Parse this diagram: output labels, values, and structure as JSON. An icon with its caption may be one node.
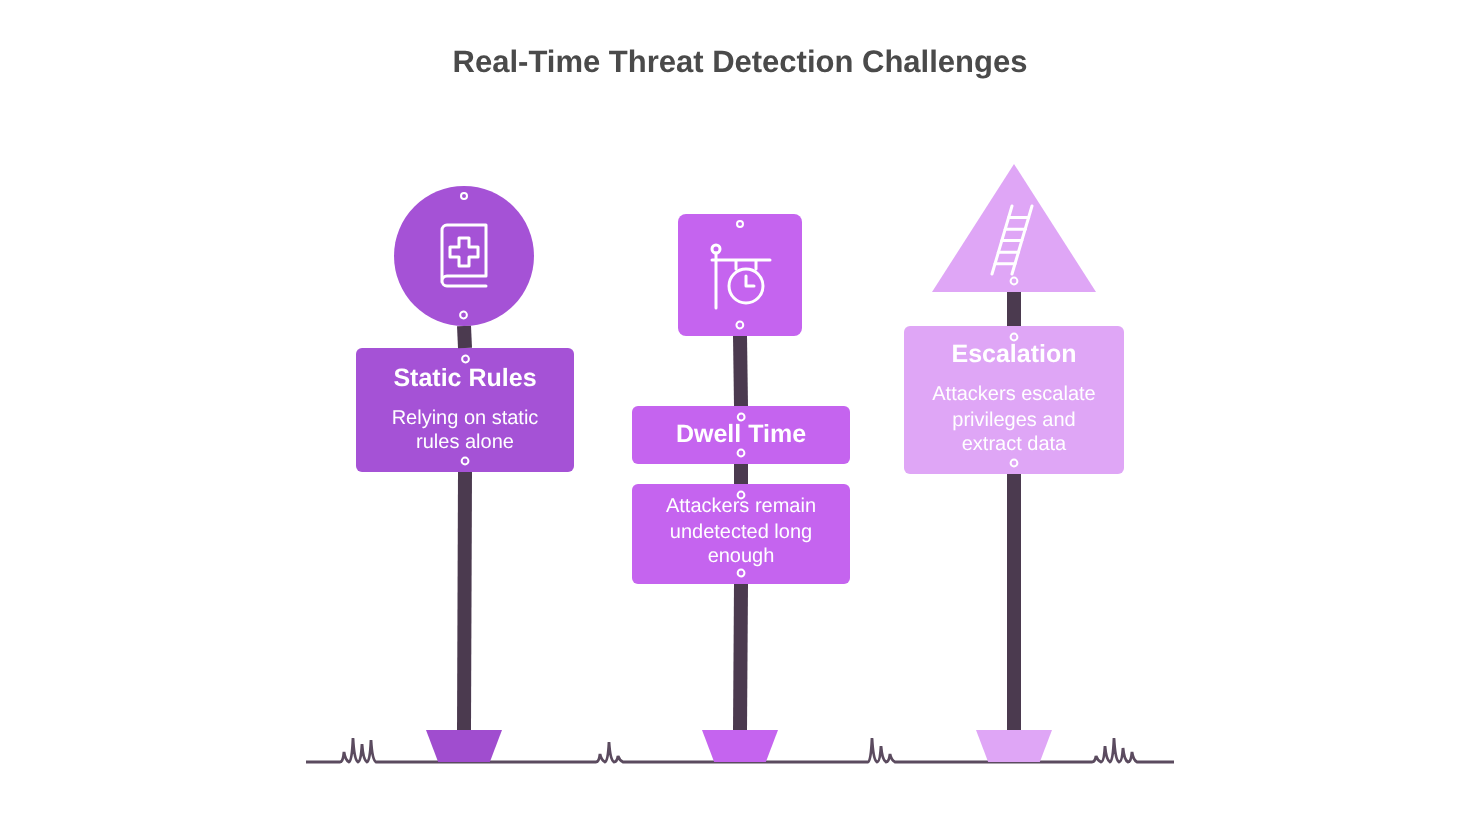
{
  "diagram": {
    "title": "Real-Time Threat Detection Challenges",
    "nodes": [
      {
        "text": [],
        "shape": "circle"
      },
      {
        "text": [
          "Static Rules",
          "Relying on static rules alone"
        ]
      },
      {
        "text": [],
        "shape": "trapezoid"
      },
      {
        "text": [],
        "shape": "box"
      },
      {
        "text": [
          "Dwell Time"
        ]
      },
      {
        "text": [
          "Attackers remain undetected long enough"
        ]
      },
      {
        "text": [],
        "shape": "trapezoid"
      },
      {
        "text": [],
        "shape": "triangle"
      },
      {
        "text": [
          "Escalation",
          "Attackers escalate privileges and extract data"
        ]
      },
      {
        "text": [],
        "shape": "trapezoid"
      }
    ],
    "edges": [
      {
        "from": 0,
        "to": 1,
        "arrow": "other"
      },
      {
        "from": 1,
        "to": 2,
        "arrow": "other"
      },
      {
        "from": 3,
        "to": 4,
        "arrow": "other"
      },
      {
        "from": 4,
        "to": 5,
        "arrow": "other"
      },
      {
        "from": 5,
        "to": 6,
        "arrow": "other"
      },
      {
        "from": 7,
        "to": 8,
        "arrow": "other"
      },
      {
        "from": 8,
        "to": 9,
        "arrow": "other"
      }
    ]
  }
}
